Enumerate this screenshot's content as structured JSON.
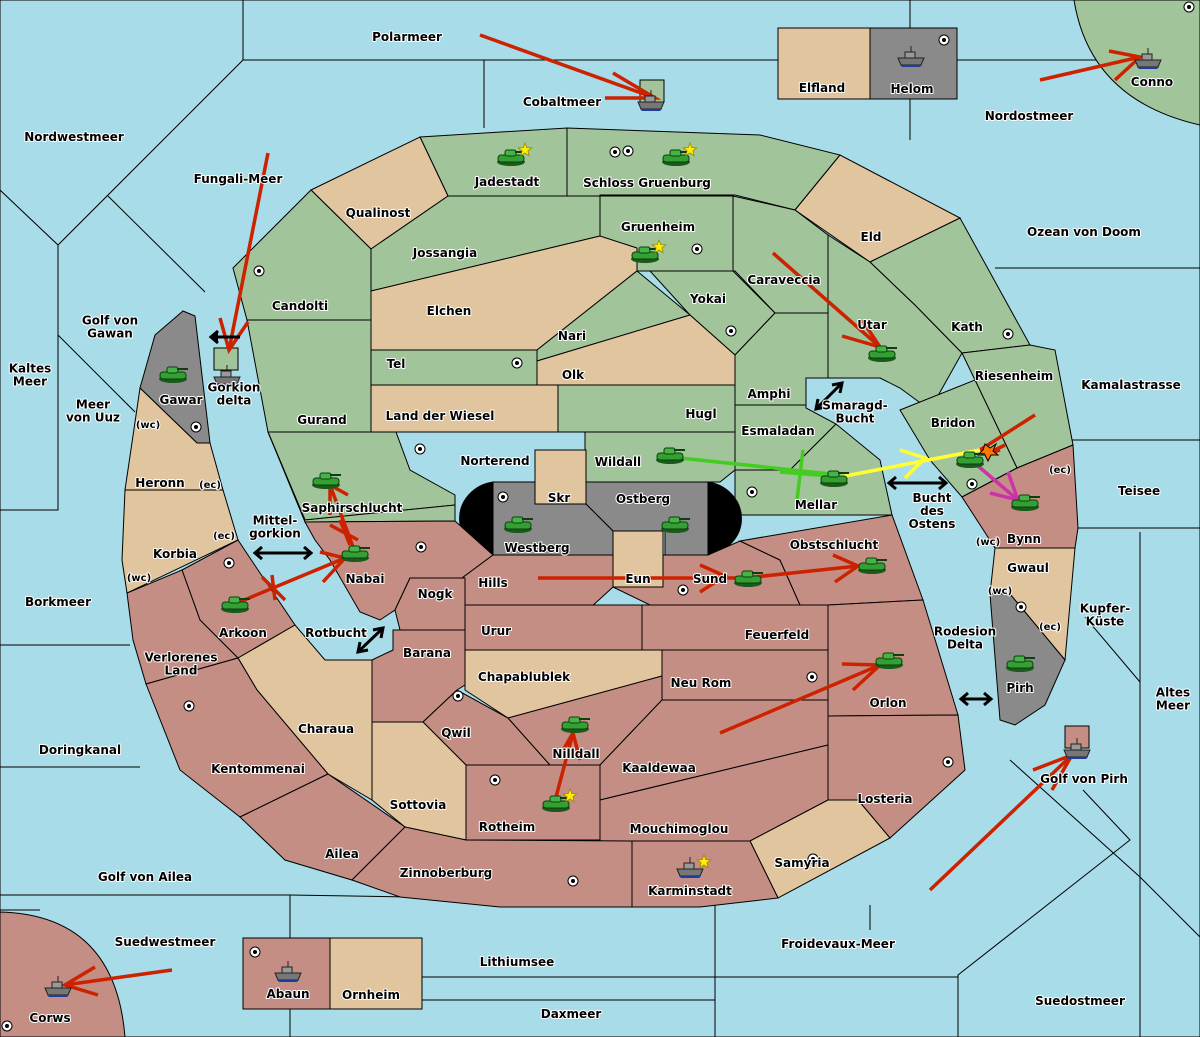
{
  "game": {
    "colors": {
      "sea": "#a8dce8",
      "green_power": "#a2c49a",
      "neutral": "#e0c59e",
      "red_power": "#c48e84",
      "grey_power": "#8a8a8a",
      "order_move": "#cc2200",
      "order_support_green": "#44cc22",
      "order_support_yellow": "#ffff33",
      "order_convoy_magenta": "#cc33aa"
    },
    "seas": [
      {
        "id": "polarmeer",
        "label": "Polarmeer"
      },
      {
        "id": "cobaltmeer",
        "label": "Cobaltmeer"
      },
      {
        "id": "nordwestmeer",
        "label": "Nordwestmeer"
      },
      {
        "id": "fungali-meer",
        "label": "Fungali-Meer"
      },
      {
        "id": "nordostmeer",
        "label": "Nordostmeer"
      },
      {
        "id": "ozean-von-doom",
        "label": "Ozean von Doom"
      },
      {
        "id": "golf-von-gawan",
        "label": "Golf von\nGawan"
      },
      {
        "id": "kaltes-meer",
        "label": "Kaltes\nMeer"
      },
      {
        "id": "meer-von-uuz",
        "label": "Meer\nvon Uuz"
      },
      {
        "id": "gorkion-delta",
        "label": "Gorkion\ndelta"
      },
      {
        "id": "mittelgorkion",
        "label": "Mittel-\ngorkion"
      },
      {
        "id": "borkmeer",
        "label": "Borkmeer"
      },
      {
        "id": "rotbucht",
        "label": "Rotbucht"
      },
      {
        "id": "doringkanal",
        "label": "Doringkanal"
      },
      {
        "id": "golf-von-ailea",
        "label": "Golf von Ailea"
      },
      {
        "id": "suedwestmeer",
        "label": "Suedwestmeer"
      },
      {
        "id": "lithiumsee",
        "label": "Lithiumsee"
      },
      {
        "id": "daxmeer",
        "label": "Daxmeer"
      },
      {
        "id": "froidevaux-meer",
        "label": "Froidevaux-Meer"
      },
      {
        "id": "suedostmeer",
        "label": "Suedostmeer"
      },
      {
        "id": "golf-von-pirh",
        "label": "Golf von Pirh"
      },
      {
        "id": "altes-meer",
        "label": "Altes\nMeer"
      },
      {
        "id": "kupfer-kueste",
        "label": "Kupfer-\nKüste"
      },
      {
        "id": "rodesion-delta",
        "label": "Rodesion\nDelta"
      },
      {
        "id": "teisee",
        "label": "Teisee"
      },
      {
        "id": "kamalastrasse",
        "label": "Kamalastrasse"
      },
      {
        "id": "bucht-des-ostens",
        "label": "Bucht\ndes\nOstens"
      },
      {
        "id": "smaragd-bucht",
        "label": "Smaragd-\nBucht"
      }
    ],
    "territories": [
      {
        "id": "jadestadt",
        "label": "Jadestadt",
        "owner": "green",
        "supply_center": true
      },
      {
        "id": "schloss-gruenburg",
        "label": "Schloss Gruenburg",
        "owner": "green",
        "supply_center": true
      },
      {
        "id": "qualinost",
        "label": "Qualinost",
        "owner": "neutral"
      },
      {
        "id": "jossangia",
        "label": "Jossangia",
        "owner": "green"
      },
      {
        "id": "gruenheim",
        "label": "Gruenheim",
        "owner": "green",
        "supply_center": true
      },
      {
        "id": "eld",
        "label": "Eld",
        "owner": "neutral"
      },
      {
        "id": "caraveccia",
        "label": "Caraveccia",
        "owner": "green"
      },
      {
        "id": "candolti",
        "label": "Candolti",
        "owner": "green",
        "supply_center": true
      },
      {
        "id": "elchen",
        "label": "Elchen",
        "owner": "neutral"
      },
      {
        "id": "yokai",
        "label": "Yokai",
        "owner": "green",
        "supply_center": true
      },
      {
        "id": "nari",
        "label": "Nari",
        "owner": "green"
      },
      {
        "id": "utar",
        "label": "Utar",
        "owner": "green"
      },
      {
        "id": "kath",
        "label": "Kath",
        "owner": "green",
        "supply_center": true
      },
      {
        "id": "tel",
        "label": "Tel",
        "owner": "green",
        "supply_center": true
      },
      {
        "id": "olk",
        "label": "Olk",
        "owner": "neutral"
      },
      {
        "id": "amphi",
        "label": "Amphi",
        "owner": "green"
      },
      {
        "id": "riesenheim",
        "label": "Riesenheim",
        "owner": "green"
      },
      {
        "id": "gurand",
        "label": "Gurand",
        "owner": "green"
      },
      {
        "id": "land-der-wiesel",
        "label": "Land der Wiesel",
        "owner": "neutral"
      },
      {
        "id": "hugl",
        "label": "Hugl",
        "owner": "green"
      },
      {
        "id": "esmaladan",
        "label": "Esmaladan",
        "owner": "green"
      },
      {
        "id": "bridon",
        "label": "Bridon",
        "owner": "green",
        "supply_center": true
      },
      {
        "id": "norterend",
        "label": "Norterend",
        "owner": "green",
        "supply_center": true
      },
      {
        "id": "wildall",
        "label": "Wildall",
        "owner": "green"
      },
      {
        "id": "mellar",
        "label": "Mellar",
        "owner": "green",
        "supply_center": true
      },
      {
        "id": "skr",
        "label": "Skr",
        "owner": "neutral"
      },
      {
        "id": "ostberg",
        "label": "Ostberg",
        "owner": "grey",
        "supply_center": true
      },
      {
        "id": "westberg",
        "label": "Westberg",
        "owner": "grey",
        "supply_center": true
      },
      {
        "id": "eun",
        "label": "Eun",
        "owner": "neutral"
      },
      {
        "id": "saphirschlucht",
        "label": "Saphirschlucht",
        "owner": "green"
      },
      {
        "id": "gawar",
        "label": "Gawar",
        "owner": "grey",
        "supply_center": true
      },
      {
        "id": "heronn",
        "label": "Heronn",
        "owner": "neutral",
        "coasts": [
          "(wc)",
          "(ec)"
        ]
      },
      {
        "id": "korbia",
        "label": "Korbia",
        "owner": "neutral",
        "coasts": [
          "(ec)",
          "(wc)"
        ]
      },
      {
        "id": "nabai",
        "label": "Nabai",
        "owner": "red",
        "supply_center": true
      },
      {
        "id": "hills",
        "label": "Hills",
        "owner": "red"
      },
      {
        "id": "sund",
        "label": "Sund",
        "owner": "red",
        "supply_center": true
      },
      {
        "id": "obstschlucht",
        "label": "Obstschlucht",
        "owner": "red"
      },
      {
        "id": "nogk",
        "label": "Nogk",
        "owner": "red"
      },
      {
        "id": "arkoon",
        "label": "Arkoon",
        "owner": "red",
        "supply_center": true
      },
      {
        "id": "urur",
        "label": "Urur",
        "owner": "red"
      },
      {
        "id": "feuerfeld",
        "label": "Feuerfeld",
        "owner": "red"
      },
      {
        "id": "verlorenes-land",
        "label": "Verlorenes\nLand",
        "owner": "red"
      },
      {
        "id": "barana",
        "label": "Barana",
        "owner": "red"
      },
      {
        "id": "chapablublek",
        "label": "Chapablublek",
        "owner": "neutral"
      },
      {
        "id": "neu-rom",
        "label": "Neu Rom",
        "owner": "red",
        "supply_center": true
      },
      {
        "id": "orlon",
        "label": "Orlon",
        "owner": "red"
      },
      {
        "id": "charaua",
        "label": "Charaua",
        "owner": "neutral"
      },
      {
        "id": "qwil",
        "label": "Qwil",
        "owner": "red",
        "supply_center": true
      },
      {
        "id": "nilldall",
        "label": "Nilldall",
        "owner": "red"
      },
      {
        "id": "kentommenai",
        "label": "Kentommenai",
        "owner": "red",
        "supply_center": true
      },
      {
        "id": "kaaldewaa",
        "label": "Kaaldewaa",
        "owner": "red"
      },
      {
        "id": "losteria",
        "label": "Losteria",
        "owner": "red",
        "supply_center": true
      },
      {
        "id": "sottovia",
        "label": "Sottovia",
        "owner": "neutral"
      },
      {
        "id": "rotheim",
        "label": "Rotheim",
        "owner": "red",
        "supply_center": true
      },
      {
        "id": "mouchimoglou",
        "label": "Mouchimoglou",
        "owner": "red"
      },
      {
        "id": "ailea",
        "label": "Ailea",
        "owner": "red"
      },
      {
        "id": "samyria",
        "label": "Samyria",
        "owner": "neutral"
      },
      {
        "id": "zinnoberburg",
        "label": "Zinnoberburg",
        "owner": "red",
        "supply_center": true
      },
      {
        "id": "karminstadt",
        "label": "Karminstadt",
        "owner": "red",
        "supply_center": true
      },
      {
        "id": "bynn",
        "label": "Bynn",
        "owner": "red",
        "coasts": [
          "(ec)",
          "(wc)"
        ]
      },
      {
        "id": "gwaul",
        "label": "Gwaul",
        "owner": "neutral",
        "coasts": [
          "(wc)",
          "(ec)"
        ]
      },
      {
        "id": "pirh",
        "label": "Pirh",
        "owner": "grey",
        "supply_center": true
      },
      {
        "id": "elfland",
        "label": "Elfland",
        "owner": "neutral"
      },
      {
        "id": "helom",
        "label": "Helom",
        "owner": "grey",
        "supply_center": true
      },
      {
        "id": "conno",
        "label": "Conno",
        "owner": "green",
        "supply_center": true
      },
      {
        "id": "corws",
        "label": "Corws",
        "owner": "red",
        "supply_center": true
      },
      {
        "id": "abaun",
        "label": "Abaun",
        "owner": "red",
        "supply_center": true
      },
      {
        "id": "ornheim",
        "label": "Ornheim",
        "owner": "neutral"
      }
    ],
    "coast_labels": {
      "wc": "(wc)",
      "ec": "(ec)"
    },
    "units": [
      {
        "type": "army",
        "location": "jadestadt",
        "star": true
      },
      {
        "type": "army",
        "location": "schloss-gruenburg",
        "star": true
      },
      {
        "type": "army",
        "location": "gruenheim",
        "star": true
      },
      {
        "type": "army",
        "location": "utar"
      },
      {
        "type": "army",
        "location": "gawar"
      },
      {
        "type": "fleet",
        "location": "gorkion-delta"
      },
      {
        "type": "fleet",
        "location": "cobaltmeer"
      },
      {
        "type": "fleet",
        "location": "helom"
      },
      {
        "type": "fleet",
        "location": "conno"
      },
      {
        "type": "army",
        "location": "saphirschlucht"
      },
      {
        "type": "army",
        "location": "nabai"
      },
      {
        "type": "army",
        "location": "arkoon"
      },
      {
        "type": "army",
        "location": "westberg"
      },
      {
        "type": "army",
        "location": "ostberg"
      },
      {
        "type": "army",
        "location": "wildall"
      },
      {
        "type": "army",
        "location": "mellar"
      },
      {
        "type": "army",
        "location": "bridon"
      },
      {
        "type": "army",
        "location": "bynn"
      },
      {
        "type": "army",
        "location": "sund"
      },
      {
        "type": "army",
        "location": "obstschlucht"
      },
      {
        "type": "army",
        "location": "orlon"
      },
      {
        "type": "army",
        "location": "pirh"
      },
      {
        "type": "army",
        "location": "nilldall"
      },
      {
        "type": "army",
        "location": "rotheim",
        "star": true
      },
      {
        "type": "fleet",
        "location": "karminstadt",
        "star": true
      },
      {
        "type": "fleet",
        "location": "golf-von-pirh"
      },
      {
        "type": "fleet",
        "location": "abaun"
      },
      {
        "type": "fleet",
        "location": "corws"
      }
    ]
  }
}
